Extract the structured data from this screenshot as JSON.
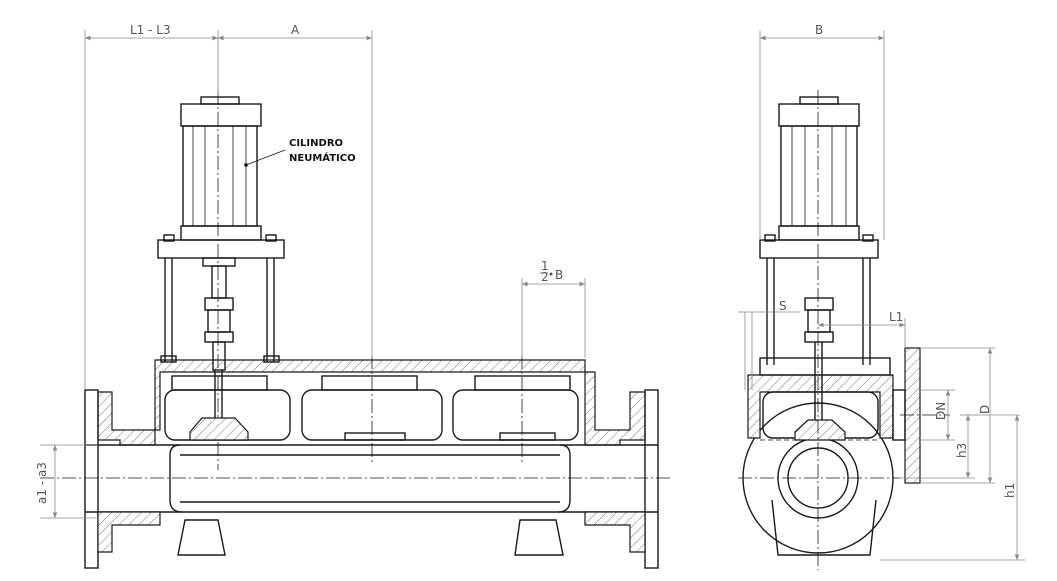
{
  "drawing": {
    "callout": {
      "line1": "CILINDRO",
      "line2": "NEUMÁTICO"
    },
    "dimensions": {
      "l1_l3": "L1 - L3",
      "a": "A",
      "half_b_num": "1",
      "half_b_den": "2",
      "half_b_suffix": "B",
      "a1_a3": "a1 - a3",
      "b": "B",
      "s": "S",
      "l1": "L1",
      "dn": "DN",
      "d": "D",
      "h3": "h3",
      "h1": "h1"
    }
  }
}
